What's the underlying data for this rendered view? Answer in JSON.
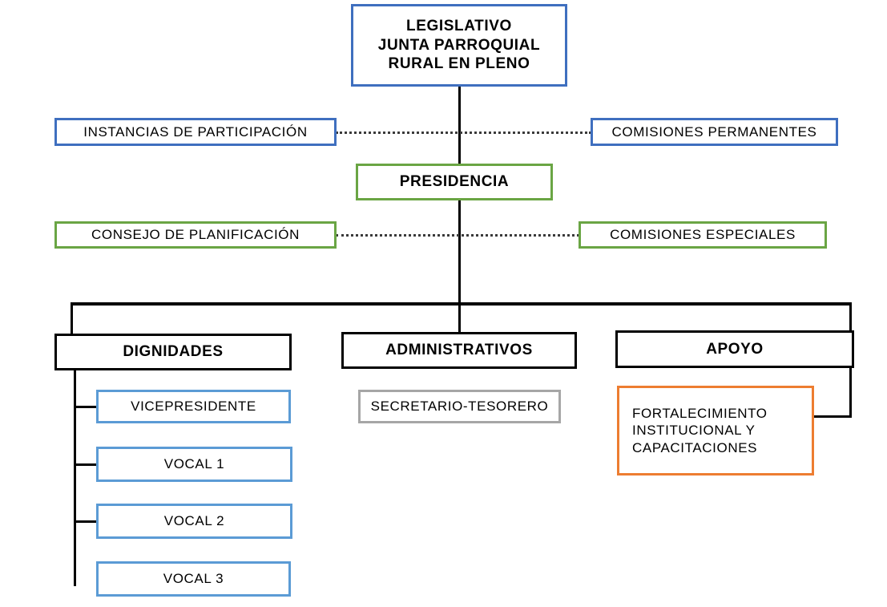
{
  "diagram": {
    "title": "Organigrama Junta Parroquial Rural",
    "type": "organizational-chart",
    "colors": {
      "blue": "#3f6fbf",
      "light_blue": "#5b9bd5",
      "green": "#6aa544",
      "black": "#000000",
      "gray": "#a6a6a6",
      "orange": "#ed7d31",
      "background": "#ffffff"
    },
    "nodes": {
      "legislativo": {
        "line1": "LEGISLATIVO",
        "line2": "JUNTA PARROQUIAL",
        "line3": "RURAL EN PLENO",
        "border_color": "#3f6fbf",
        "level": 1
      },
      "instancias_participacion": {
        "label": "INSTANCIAS DE PARTICIPACIÓN",
        "border_color": "#3f6fbf",
        "level": 2
      },
      "comisiones_permanentes": {
        "label": "COMISIONES PERMANENTES",
        "border_color": "#3f6fbf",
        "level": 2
      },
      "presidencia": {
        "label": "PRESIDENCIA",
        "border_color": "#6aa544",
        "level": 3
      },
      "consejo_planificacion": {
        "label": "CONSEJO DE PLANIFICACIÓN",
        "border_color": "#6aa544",
        "level": 4
      },
      "comisiones_especiales": {
        "label": "COMISIONES ESPECIALES",
        "border_color": "#6aa544",
        "level": 4
      },
      "dignidades": {
        "label": "DIGNIDADES",
        "border_color": "#000000",
        "level": 5
      },
      "administrativos": {
        "label": "ADMINISTRATIVOS",
        "border_color": "#000000",
        "level": 5
      },
      "apoyo": {
        "label": "APOYO",
        "border_color": "#000000",
        "level": 5
      },
      "vicepresidente": {
        "label": "VICEPRESIDENTE",
        "border_color": "#5b9bd5",
        "level": 6
      },
      "vocal_1": {
        "label": "VOCAL 1",
        "border_color": "#5b9bd5",
        "level": 6
      },
      "vocal_2": {
        "label": "VOCAL 2",
        "border_color": "#5b9bd5",
        "level": 6
      },
      "vocal_3": {
        "label": "VOCAL 3",
        "border_color": "#5b9bd5",
        "level": 6
      },
      "secretario_tesorero": {
        "label": "SECRETARIO-TESORERO",
        "border_color": "#a6a6a6",
        "level": 6
      },
      "fortalecimiento": {
        "line1": "FORTALECIMIENTO",
        "line2": "INSTITUCIONAL   Y",
        "line3": "CAPACITACIONES",
        "border_color": "#ed7d31",
        "level": 6
      }
    }
  }
}
